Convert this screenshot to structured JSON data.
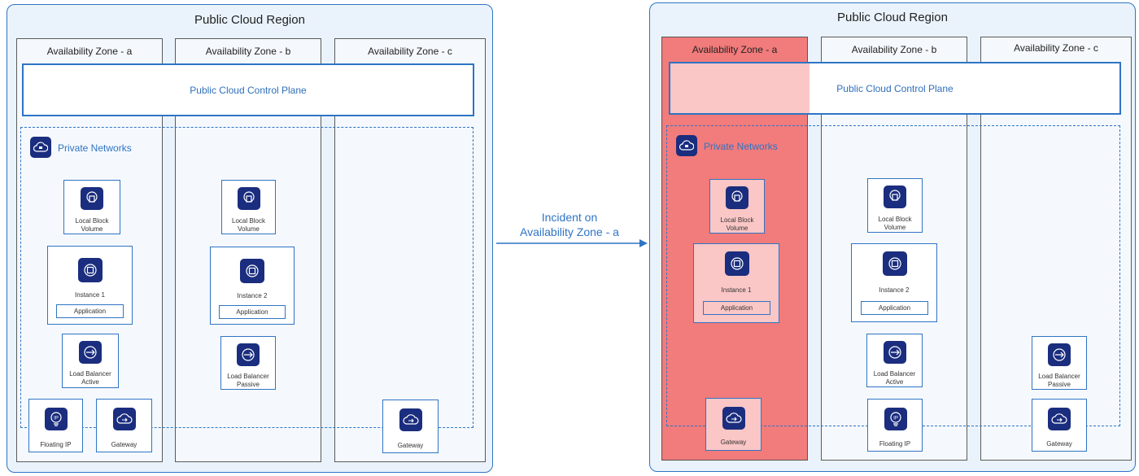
{
  "left": {
    "region_title": "Public Cloud Region",
    "zones": [
      "Availability Zone - a",
      "Availability Zone - b",
      "Availability Zone - c"
    ],
    "control_plane": "Public Cloud Control Plane",
    "private_networks": "Private Networks",
    "lbv_a": [
      "Local Block",
      "Volume"
    ],
    "lbv_b": [
      "Local Block",
      "Volume"
    ],
    "instance_a": "Instance 1",
    "instance_b": "Instance 2",
    "app_a": "Application",
    "app_b": "Application",
    "lb_a": [
      "Load Balancer",
      "Active"
    ],
    "lb_b": [
      "Load Balancer",
      "Passive"
    ],
    "fip_a": "Floating IP",
    "gw_a": "Gateway",
    "gw_c": "Gateway"
  },
  "arrow": [
    "Incident on",
    "Availability Zone - a"
  ],
  "right": {
    "region_title": "Public Cloud Region",
    "zones": [
      "Availability Zone - a",
      "Availability Zone - b",
      "Availability Zone - c"
    ],
    "control_plane": "Public Cloud Control Plane",
    "private_networks": "Private Networks",
    "lbv_a": [
      "Local Block",
      "Volume"
    ],
    "lbv_b": [
      "Local Block",
      "Volume"
    ],
    "instance_a": "Instance 1",
    "instance_b": "Instance 2",
    "app_a": "Application",
    "app_b": "Application",
    "lb_b": [
      "Load Balancer",
      "Active"
    ],
    "lb_c": [
      "Load Balancer",
      "Passive"
    ],
    "gw_a": "Gateway",
    "fip_b": "Floating IP",
    "gw_c": "Gateway"
  },
  "colors": {
    "accent": "#2f74c4",
    "icon_bg": "#1a2d7e",
    "failed_zone": "#f27b7b",
    "failed_card": "#fbc6c6",
    "region_bg": "#eaf3fb"
  },
  "icons": [
    "storage-icon",
    "instance-icon",
    "load-balancer-icon",
    "floating-ip-icon",
    "gateway-icon",
    "network-icon"
  ]
}
